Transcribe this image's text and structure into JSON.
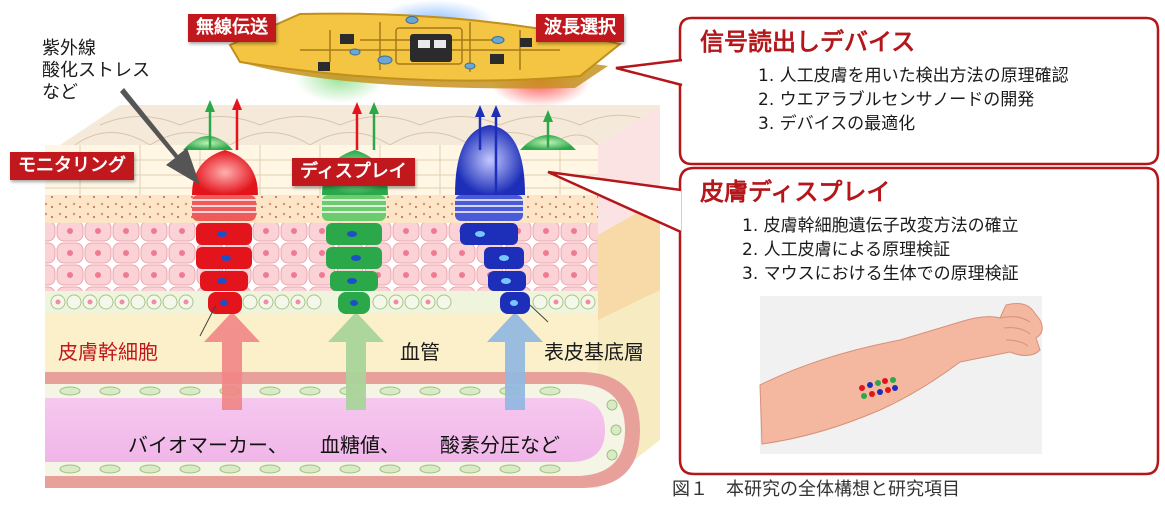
{
  "tags": {
    "wireless": "無線伝送",
    "wavelength": "波長選択",
    "monitoring": "モニタリング",
    "display": "ディスプレイ"
  },
  "stress_label": [
    "紫外線",
    "酸化ストレス",
    "など"
  ],
  "labels": {
    "stem_cell": "皮膚幹細胞",
    "blood_vessel": "血管",
    "basal_layer": "表皮基底層"
  },
  "biomarkers": [
    "バイオマーカー、",
    "血糖値、",
    "酸素分圧など"
  ],
  "callout_reader": {
    "title": "信号読出しデバイス",
    "items": [
      "1. 人工皮膚を用いた検出方法の原理確認",
      "2. ウエアラブルセンサノードの開発",
      "3. デバイスの最適化"
    ]
  },
  "callout_skin": {
    "title": "皮膚ディスプレイ",
    "items": [
      "1. 皮膚幹細胞遺伝子改変方法の確立",
      "2. 人工皮膚による原理検証",
      "3. マウスにおける生体での原理検証"
    ]
  },
  "caption": "図１　本研究の全体構想と研究項目",
  "colors": {
    "red": "#e3141b",
    "green": "#2aa84a",
    "blue": "#1d2fb8",
    "callout_border": "#b4161a",
    "tag_bg": "#c0181d",
    "device": "#f4c542",
    "dots": [
      "#e3141b",
      "#1d2fb8",
      "#2aa84a",
      "#e3141b",
      "#1d2fb8",
      "#2aa84a",
      "#e3141b",
      "#1d2fb8"
    ]
  }
}
